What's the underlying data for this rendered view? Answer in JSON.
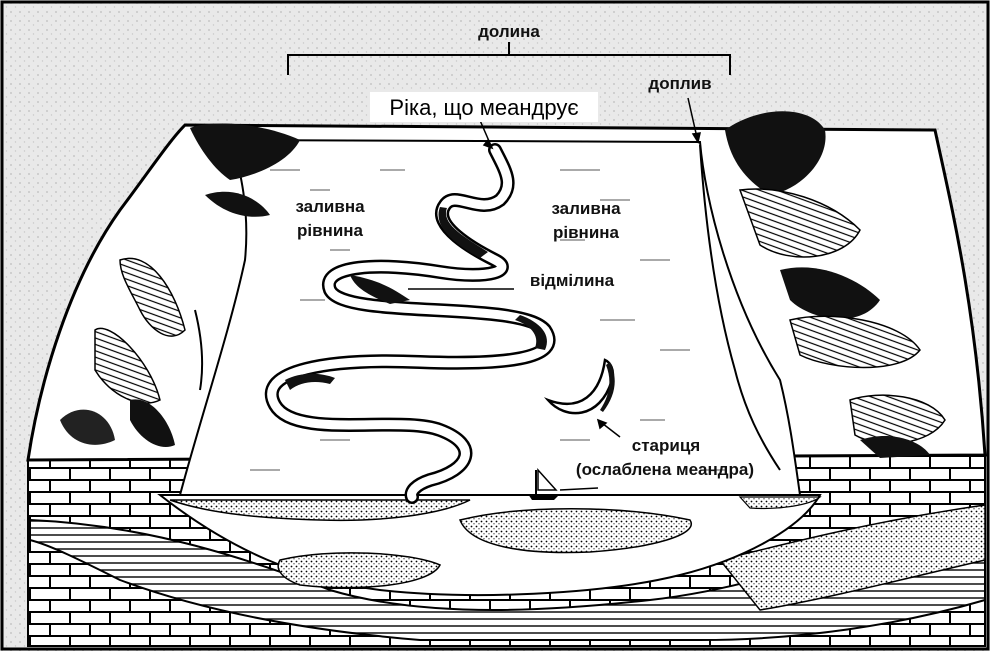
{
  "diagram": {
    "labels": {
      "valley": "долина",
      "tributary": "доплив",
      "meandering_river": "Ріка, що меандрує",
      "floodplain_left_1": "заливна",
      "floodplain_left_2": "рівнина",
      "floodplain_right_1": "заливна",
      "floodplain_right_2": "рівнина",
      "point_bar": "відмілина",
      "oxbow_1": "стариця",
      "oxbow_2": "(ослаблена меандра)"
    },
    "colors": {
      "background": "#ffffff",
      "frame": "#000000",
      "speckle": "#d9d9d9",
      "ink": "#111111"
    }
  }
}
